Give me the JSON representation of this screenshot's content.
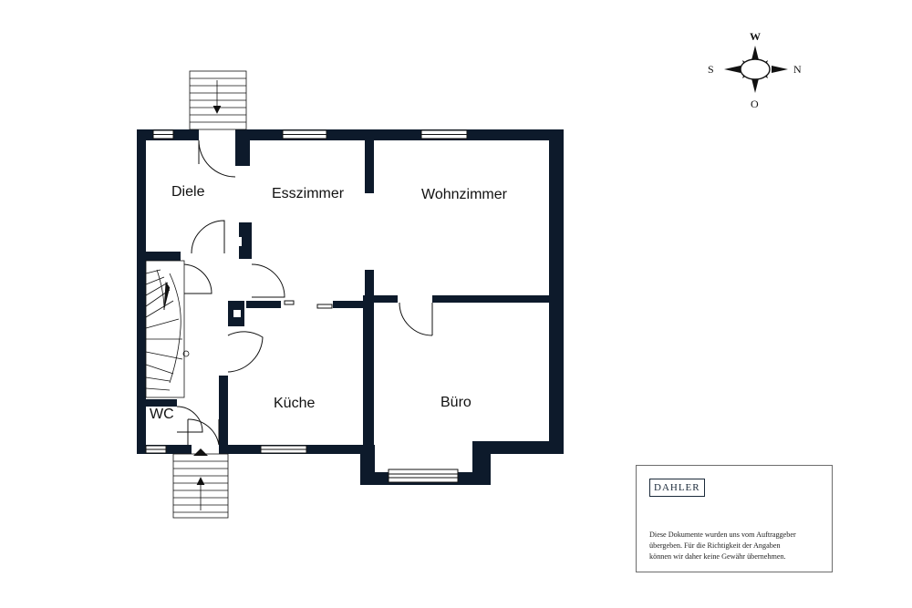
{
  "rooms": {
    "diele": "Diele",
    "esszimmer": "Esszimmer",
    "wohnzimmer": "Wohnzimmer",
    "kueche": "Küche",
    "buero": "Büro",
    "wc": "WC"
  },
  "compass": {
    "top": "W",
    "left": "S",
    "right": "N",
    "bottom": "O"
  },
  "disclaimer": {
    "brand": "DAHLER",
    "line1": "Diese Dokumente wurden uns vom Auftraggeber",
    "line2": "übergeben. Für die Richtigkeit der Angaben",
    "line3": "können wir daher keine Gewähr übernehmen."
  },
  "colors": {
    "wall": "#0d1a2b",
    "line": "#111111"
  }
}
